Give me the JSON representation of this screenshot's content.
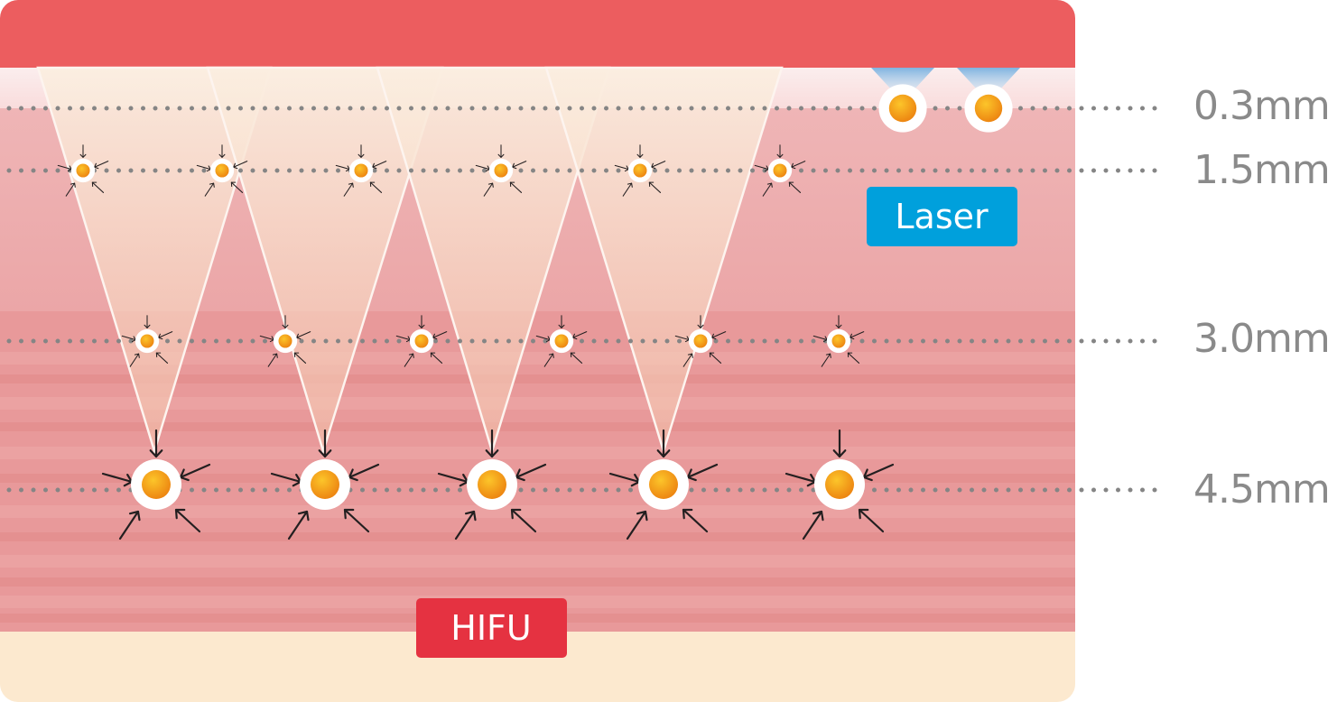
{
  "depth_labels": [
    "0.3mm",
    "1.5mm",
    "3.0mm",
    "4.5mm"
  ],
  "badges": {
    "laser": "Laser",
    "hifu": "HIFU"
  },
  "colors": {
    "epidermis_top": "#ec5d5f",
    "dermis": "#eba6a7",
    "smas": "#e6908e",
    "fat": "#fce9cf",
    "laser_badge": "#00a0dc",
    "hifu_badge": "#e53241",
    "focal_point": "#f29a11",
    "dotted_line": "#858585"
  },
  "icons": [
    "focal-point-icon",
    "converging-arrows-icon",
    "laser-beam-icon"
  ]
}
